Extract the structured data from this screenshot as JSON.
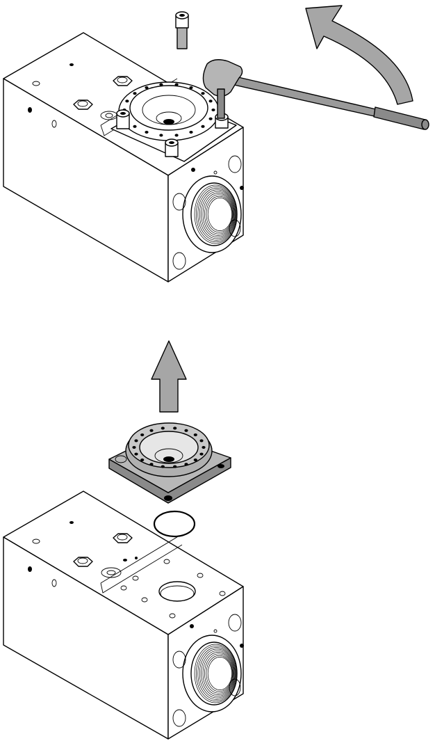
{
  "colors": {
    "outline": "#000000",
    "body_fill": "#ffffff",
    "part_fill": "#b8b8b8",
    "part_dark": "#8a8a8a",
    "arrow_fill": "#a6a6a6",
    "wrench_fill": "#9a9a9a"
  },
  "steps": [
    {
      "id": "step-1",
      "action": "remove-screws",
      "indicator": "curved-arrow-icon",
      "tool": "hex-key-wrench-icon",
      "removed_part": "socket-head-screw-icon"
    },
    {
      "id": "step-2",
      "action": "lift-flange-cover",
      "indicator": "up-arrow-icon",
      "removed_parts": [
        "flange-cover-icon",
        "o-ring-icon"
      ]
    }
  ],
  "flange_bolt_count": 18
}
